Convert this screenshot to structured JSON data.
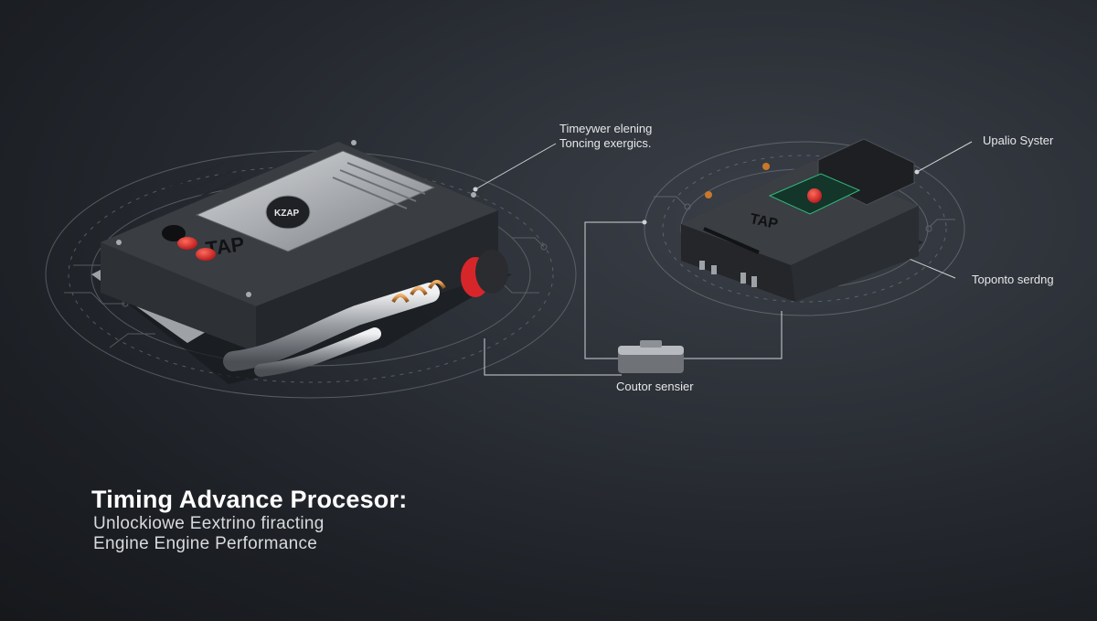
{
  "callouts": {
    "timing_line1": "Timeywer elening",
    "timing_line2": "Toncing exergics.",
    "upper_system": "Upalio Syster",
    "toponto": "Toponto serdng",
    "coutor": "Coutor sensier"
  },
  "device_left": {
    "brand": "TAP",
    "badge": "KZAP"
  },
  "device_right": {
    "brand": "TAP"
  },
  "headline": {
    "title": "Timing Advance Procesor:",
    "line1": "Unlockiowe Eextrino firacting",
    "line2": "Engine Engine Performance"
  },
  "colors": {
    "accent_red": "#d7262a",
    "display_green": "#2fb97a",
    "copper": "#c8782a"
  }
}
